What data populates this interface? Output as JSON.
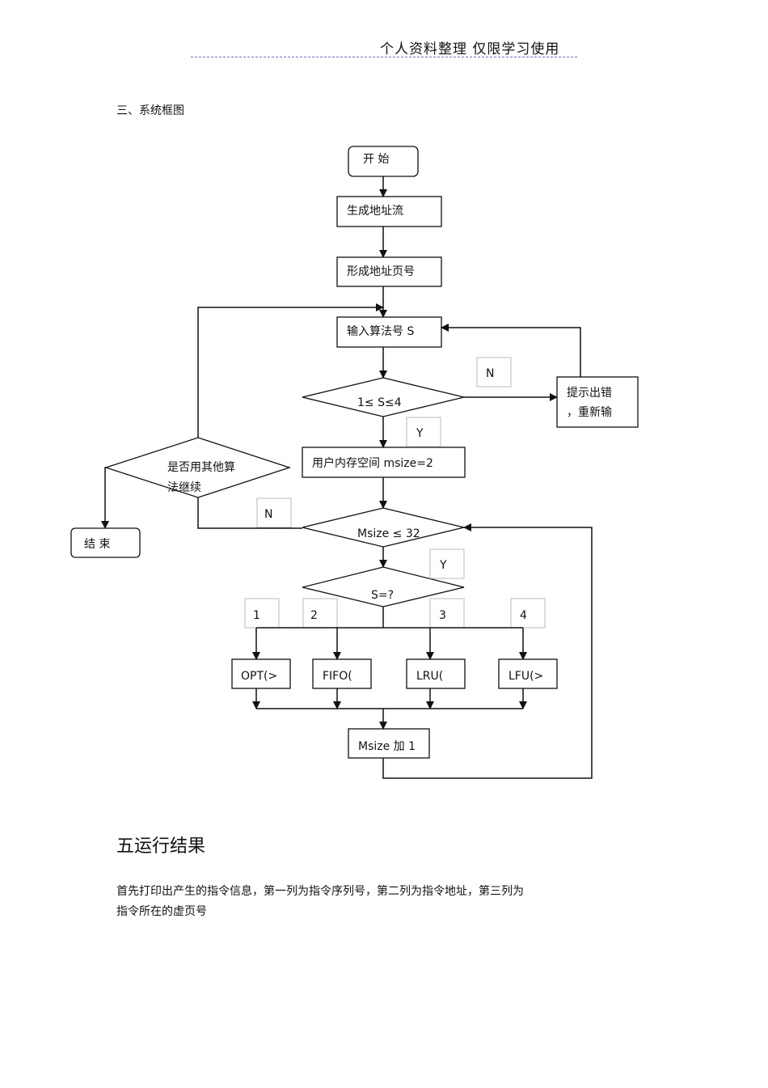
{
  "header": {
    "text": "个人资料整理   仅限学习使用"
  },
  "section3": {
    "title": "三、系统框图"
  },
  "flowchart": {
    "start": "开  始",
    "gen_addr": "生成地址流",
    "form_page": "形成地址页号",
    "input_alg": "输入算法号  S",
    "cond_s": "1≤ S≤4",
    "n_label_1": "N",
    "error_line1": "提示出错",
    "error_line2": "，重新输",
    "y_label_1": "Y",
    "user_mem": "用户内存空间   msize=2",
    "continue_line1": "是否用其他算",
    "continue_line2": "法继续",
    "end": "结 束",
    "n_label_2": "N",
    "cond_msize": "Msize  ≤ 32",
    "y_label_2": "Y",
    "cond_s_eq": "S=?",
    "branch_1": "1",
    "branch_2": "2",
    "branch_3": "3",
    "branch_4": "4",
    "opt": "OPT(>",
    "fifo": "FIFO(",
    "lru": "LRU(",
    "lfu": "LFU(>",
    "msize_inc": "Msize 加 1"
  },
  "section5": {
    "title": "五运行结果",
    "para_line1": "首先打印出产生的指令信息，第一列为指令序列号，第二列为指令地址，第三列为",
    "para_line2": "指令所在的虚页号"
  }
}
